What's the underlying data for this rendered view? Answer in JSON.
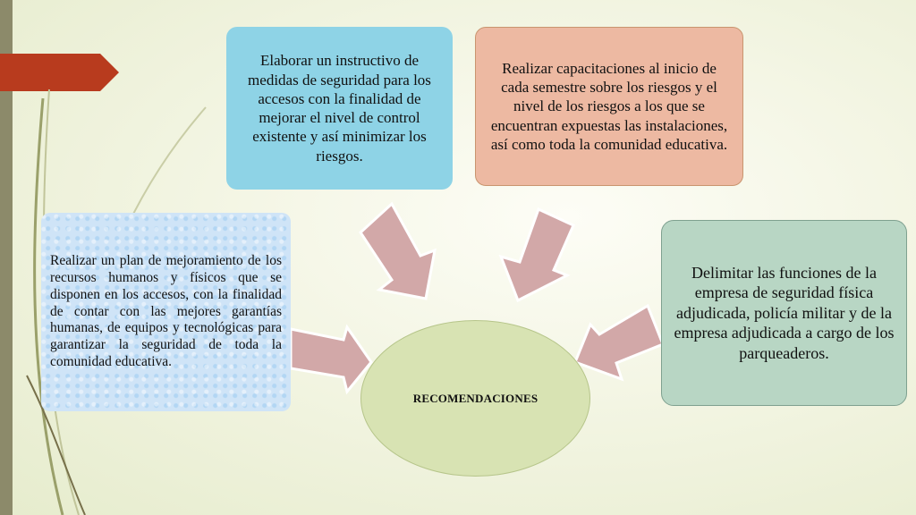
{
  "center": {
    "label": "RECOMENDACIONES"
  },
  "boxes": {
    "top_left": "Elaborar un instructivo de medidas de seguridad para los accesos con la finalidad de mejorar el nivel de control existente y así minimizar los riesgos.",
    "top_right": "Realizar capacitaciones al inicio de cada semestre sobre los riesgos y el nivel de los riesgos a los que se encuentran expuestas las instalaciones, así como toda la comunidad educativa.",
    "left": "Realizar un plan de mejoramiento de los recursos humanos y físicos que se disponen en los accesos, con la finalidad de contar con las mejores garantías humanas, de equipos y tecnológicas para garantizar la seguridad de toda la comunidad educativa.",
    "right": "Delimitar las funciones de la empresa de seguridad física adjudicada, policía militar y de la empresa adjudicada a cargo de los parqueaderos."
  },
  "colors": {
    "box_top_left": "#8ed3e6",
    "box_top_right": "#edb9a2",
    "box_left": "#cfe4f7",
    "box_right": "#b8d6c4",
    "center": "#d8e3b3",
    "arrow": "#d2a8a8",
    "accent_tab": "#b83b1e"
  }
}
